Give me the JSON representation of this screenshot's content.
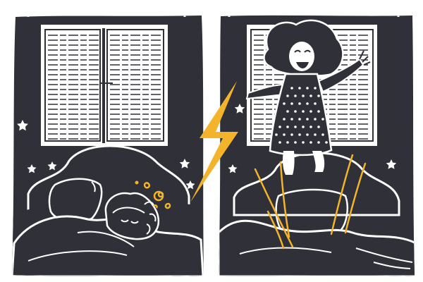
{
  "illustration": {
    "panels": [
      {
        "scene": "sleeping",
        "figure": "girl-asleep-in-bed"
      },
      {
        "scene": "waking",
        "figure": "girl-jumping-out-of-bed"
      }
    ],
    "icons": [
      "lightning-bolt-icon",
      "star-icon",
      "window-icon",
      "bed-icon",
      "alarm-squiggle-icon"
    ]
  },
  "colors": {
    "panel": "#2f3038",
    "line": "#ffffff",
    "accent": "#f3b42b",
    "background": "#ffffff"
  }
}
